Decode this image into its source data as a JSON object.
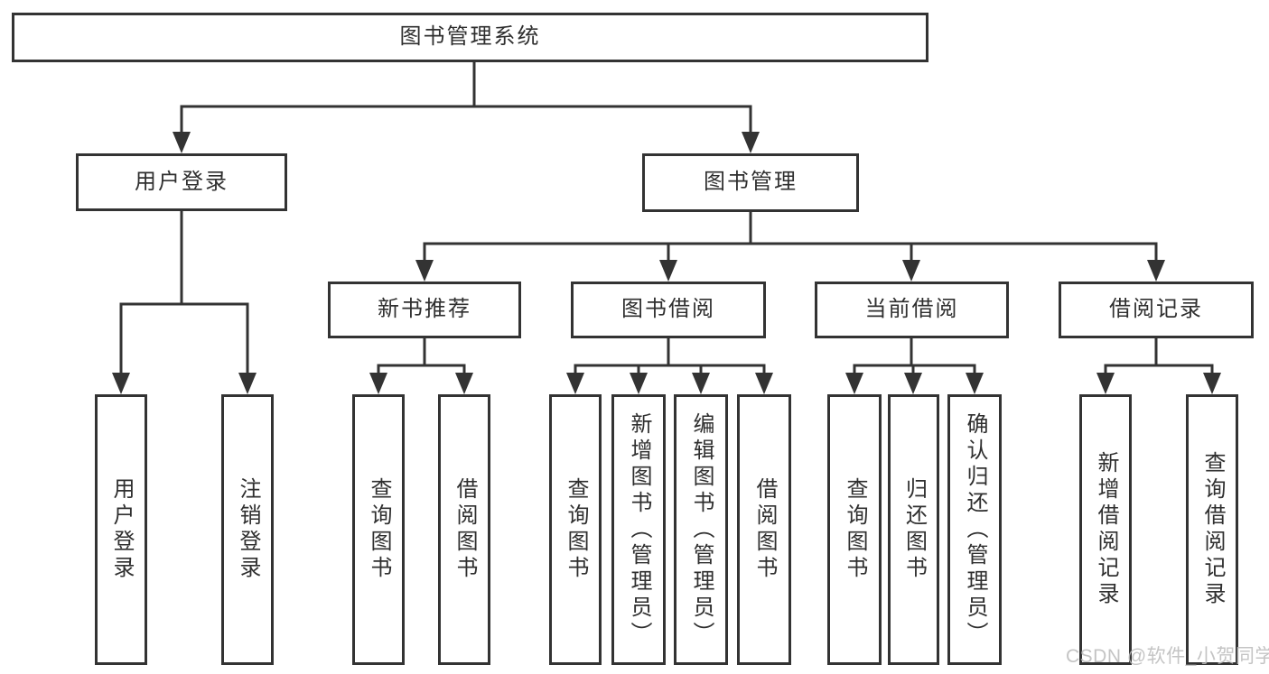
{
  "tree": {
    "label": "图书管理系统",
    "children": [
      {
        "label": "用户登录",
        "children": [
          {
            "label": "用户登录"
          },
          {
            "label": "注销登录"
          }
        ]
      },
      {
        "label": "图书管理",
        "children": [
          {
            "label": "新书推荐",
            "children": [
              {
                "label": "查询图书"
              },
              {
                "label": "借阅图书"
              }
            ]
          },
          {
            "label": "图书借阅",
            "children": [
              {
                "label": "查询图书"
              },
              {
                "label": "新增图书（管理员）"
              },
              {
                "label": "编辑图书（管理员）"
              },
              {
                "label": "借阅图书"
              }
            ]
          },
          {
            "label": "当前借阅",
            "children": [
              {
                "label": "查询图书"
              },
              {
                "label": "归还图书"
              },
              {
                "label": "确认归还（管理员）"
              }
            ]
          },
          {
            "label": "借阅记录",
            "children": [
              {
                "label": "新增借阅记录"
              },
              {
                "label": "查询借阅记录"
              }
            ]
          }
        ]
      }
    ]
  },
  "watermark": "CSDN @软件_小贺同学",
  "colors": {
    "line": "#333333",
    "box_border": "#333333",
    "box_fill": "#ffffff",
    "text": "#2f2f2f",
    "watermark": "#bcbcbc",
    "background": "#ffffff"
  }
}
